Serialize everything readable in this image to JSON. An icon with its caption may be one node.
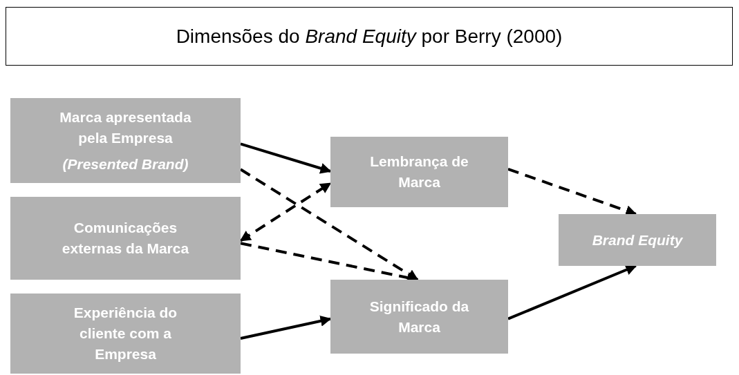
{
  "diagram": {
    "title": "Dimensões do *Brand Equity* por Berry (2000)",
    "nodes": [
      {
        "text": [
          "Marca apresentada pela Empresa",
          "(Presented Brand)"
        ]
      },
      {
        "text": [
          "Comunicações externas da Marca"
        ]
      },
      {
        "text": [
          "Experiência do cliente com a Empresa"
        ]
      },
      {
        "text": [
          "Lembrança de Marca"
        ]
      },
      {
        "text": [
          "Significado da Marca"
        ]
      },
      {
        "text": [
          "Brand Equity"
        ]
      }
    ],
    "edges": [
      {
        "from": 0,
        "to": 3,
        "arrow": "to"
      },
      {
        "from": 0,
        "to": 4,
        "arrow": "to",
        "style": "dashed"
      },
      {
        "from": 1,
        "to": 3,
        "arrow": "both",
        "style": "dashed"
      },
      {
        "from": 1,
        "to": 4,
        "arrow": "to",
        "style": "dashed"
      },
      {
        "from": 2,
        "to": 4,
        "arrow": "to"
      },
      {
        "from": 3,
        "to": 5,
        "arrow": "to",
        "style": "dashed"
      },
      {
        "from": 4,
        "to": 5,
        "arrow": "to"
      }
    ]
  }
}
